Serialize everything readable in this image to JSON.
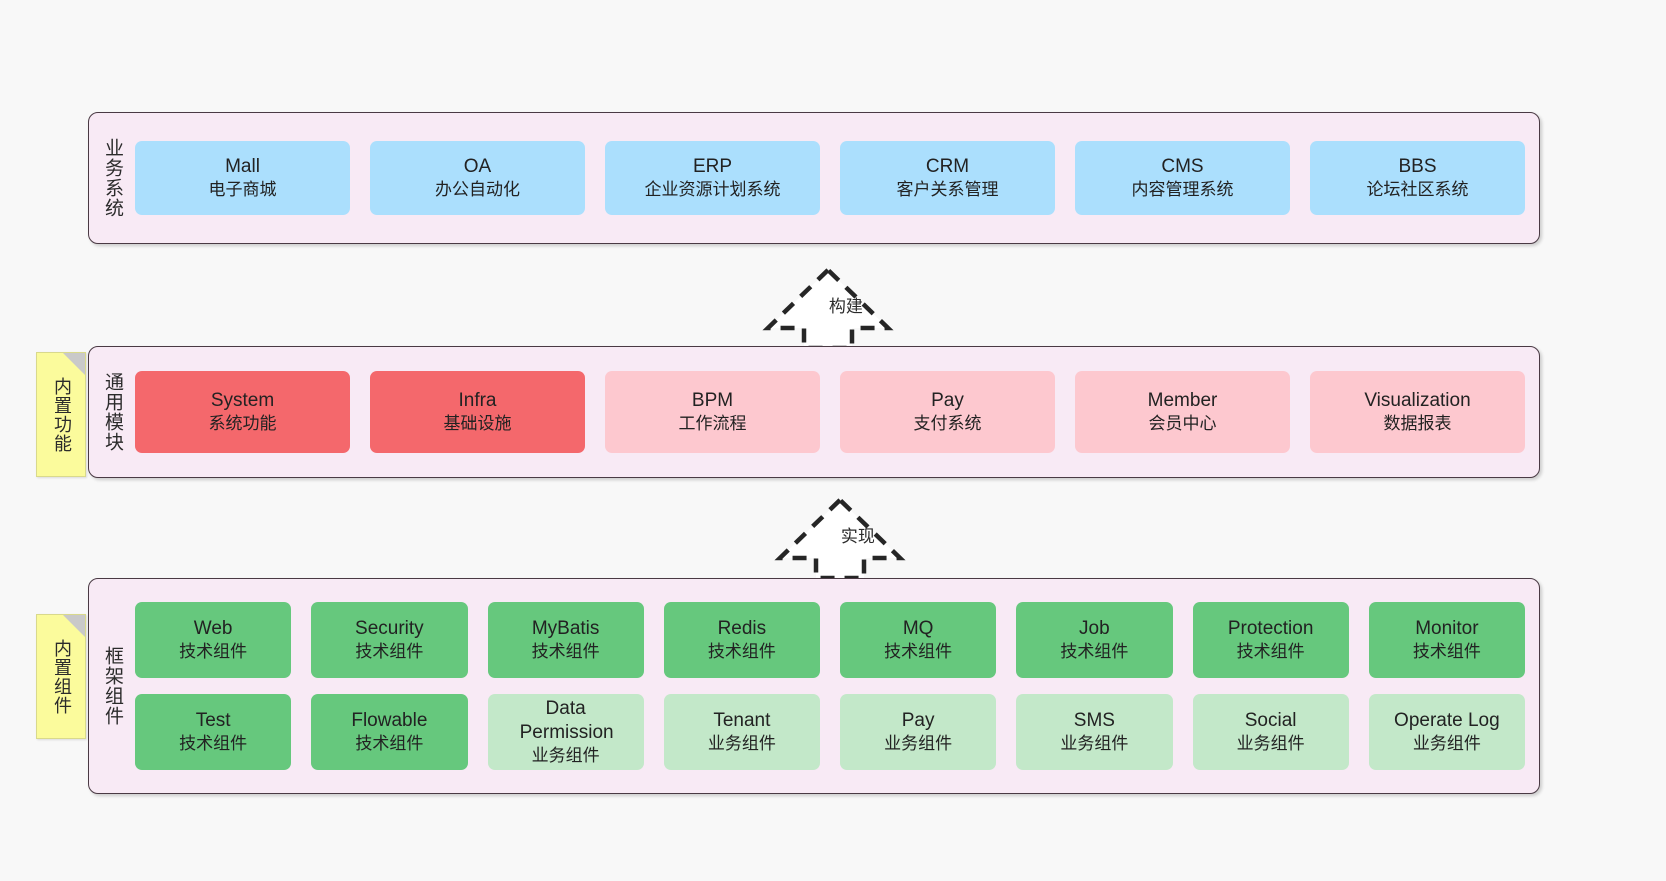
{
  "diagram": {
    "background_color": "#f8f8f8",
    "band_fill": "#f8eaf5",
    "band_border": "#4a3a44",
    "sticky_color": "#fbfb9c"
  },
  "layers": [
    {
      "id": "business",
      "label": "业务系统",
      "sticky": null,
      "rows": [
        {
          "cards": [
            {
              "title": "Mall",
              "subtitle": "电子商城",
              "color": "#abdffd",
              "style": "c-blue"
            },
            {
              "title": "OA",
              "subtitle": "办公自动化",
              "color": "#abdffd",
              "style": "c-blue"
            },
            {
              "title": "ERP",
              "subtitle": "企业资源计划系统",
              "color": "#abdffd",
              "style": "c-blue"
            },
            {
              "title": "CRM",
              "subtitle": "客户关系管理",
              "color": "#abdffd",
              "style": "c-blue"
            },
            {
              "title": "CMS",
              "subtitle": "内容管理系统",
              "color": "#abdffd",
              "style": "c-blue"
            },
            {
              "title": "BBS",
              "subtitle": "论坛社区系统",
              "color": "#abdffd",
              "style": "c-blue"
            }
          ]
        }
      ]
    },
    {
      "id": "common-module",
      "label": "通用模块",
      "sticky": "内置功能",
      "rows": [
        {
          "cards": [
            {
              "title": "System",
              "subtitle": "系统功能",
              "color": "#f4686c",
              "style": "c-red"
            },
            {
              "title": "Infra",
              "subtitle": "基础设施",
              "color": "#f4686c",
              "style": "c-red"
            },
            {
              "title": "BPM",
              "subtitle": "工作流程",
              "color": "#fdc8cf",
              "style": "c-pink"
            },
            {
              "title": "Pay",
              "subtitle": "支付系统",
              "color": "#fdc8cf",
              "style": "c-pink"
            },
            {
              "title": "Member",
              "subtitle": "会员中心",
              "color": "#fdc8cf",
              "style": "c-pink"
            },
            {
              "title": "Visualization",
              "subtitle": "数据报表",
              "color": "#fdc8cf",
              "style": "c-pink"
            }
          ]
        }
      ]
    },
    {
      "id": "framework",
      "label": "框架组件",
      "sticky": "内置组件",
      "rows": [
        {
          "cards": [
            {
              "title": "Web",
              "subtitle": "技术组件",
              "color": "#66c87d",
              "style": "c-green"
            },
            {
              "title": "Security",
              "subtitle": "技术组件",
              "color": "#66c87d",
              "style": "c-green"
            },
            {
              "title": "MyBatis",
              "subtitle": "技术组件",
              "color": "#66c87d",
              "style": "c-green"
            },
            {
              "title": "Redis",
              "subtitle": "技术组件",
              "color": "#66c87d",
              "style": "c-green"
            },
            {
              "title": "MQ",
              "subtitle": "技术组件",
              "color": "#66c87d",
              "style": "c-green"
            },
            {
              "title": "Job",
              "subtitle": "技术组件",
              "color": "#66c87d",
              "style": "c-green"
            },
            {
              "title": "Protection",
              "subtitle": "技术组件",
              "color": "#66c87d",
              "style": "c-green"
            },
            {
              "title": "Monitor",
              "subtitle": "技术组件",
              "color": "#66c87d",
              "style": "c-green"
            }
          ]
        },
        {
          "cards": [
            {
              "title": "Test",
              "subtitle": "技术组件",
              "color": "#66c87d",
              "style": "c-green"
            },
            {
              "title": "Flowable",
              "subtitle": "技术组件",
              "color": "#66c87d",
              "style": "c-green"
            },
            {
              "title": "Data Permission",
              "subtitle": "业务组件",
              "color": "#c3e8c9",
              "style": "c-greenlight"
            },
            {
              "title": "Tenant",
              "subtitle": "业务组件",
              "color": "#c3e8c9",
              "style": "c-greenlight"
            },
            {
              "title": "Pay",
              "subtitle": "业务组件",
              "color": "#c3e8c9",
              "style": "c-greenlight"
            },
            {
              "title": "SMS",
              "subtitle": "业务组件",
              "color": "#c3e8c9",
              "style": "c-greenlight"
            },
            {
              "title": "Social",
              "subtitle": "业务组件",
              "color": "#c3e8c9",
              "style": "c-greenlight"
            },
            {
              "title": "Operate Log",
              "subtitle": "业务组件",
              "color": "#c3e8c9",
              "style": "c-greenlight"
            }
          ]
        }
      ]
    }
  ],
  "connectors": [
    {
      "id": "build",
      "label": "构建",
      "from": "common-module",
      "to": "business",
      "style": "dashed-hollow-arrow-up"
    },
    {
      "id": "implement",
      "label": "实现",
      "from": "framework",
      "to": "common-module",
      "style": "dashed-hollow-arrow-up"
    }
  ]
}
